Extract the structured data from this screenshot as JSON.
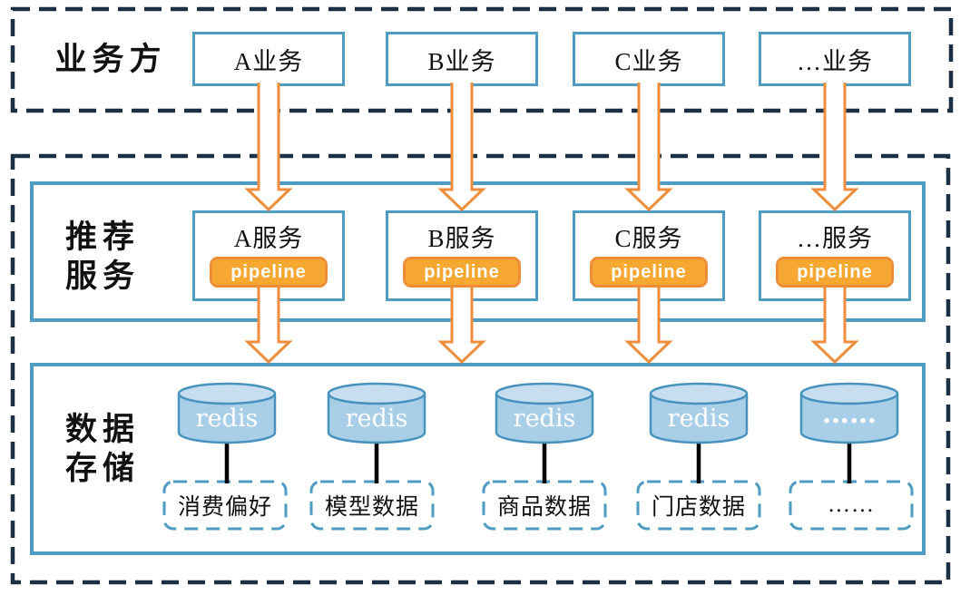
{
  "diagram": {
    "business": {
      "label": "业务方",
      "items": [
        {
          "label": "A业务"
        },
        {
          "label": "B业务"
        },
        {
          "label": "C业务"
        },
        {
          "label": "…业务"
        }
      ]
    },
    "services": {
      "label_line1": "推荐",
      "label_line2": "服务",
      "items": [
        {
          "label": "A服务",
          "badge": "pipeline"
        },
        {
          "label": "B服务",
          "badge": "pipeline"
        },
        {
          "label": "C服务",
          "badge": "pipeline"
        },
        {
          "label": "…服务",
          "badge": "pipeline"
        }
      ]
    },
    "storage": {
      "label_line1": "数据",
      "label_line2": "存储",
      "cylinders": [
        {
          "label": "redis"
        },
        {
          "label": "redis"
        },
        {
          "label": "redis"
        },
        {
          "label": "redis"
        },
        {
          "label": "……"
        }
      ],
      "data_boxes": [
        {
          "label": "消费偏好"
        },
        {
          "label": "模型数据"
        },
        {
          "label": "商品数据"
        },
        {
          "label": "门店数据"
        },
        {
          "label": "……"
        }
      ]
    },
    "colors": {
      "teal_border": "#4e9cc2",
      "dark_navy_dash": "#1b2f45",
      "arrow_orange": "#ec8e3c",
      "badge_fill": "#f7a833",
      "badge_border": "#ee8d36",
      "cylinder_fill": "#a9cee7",
      "cylinder_lid": "#c6def0",
      "cylinder_border": "#4893be"
    }
  }
}
